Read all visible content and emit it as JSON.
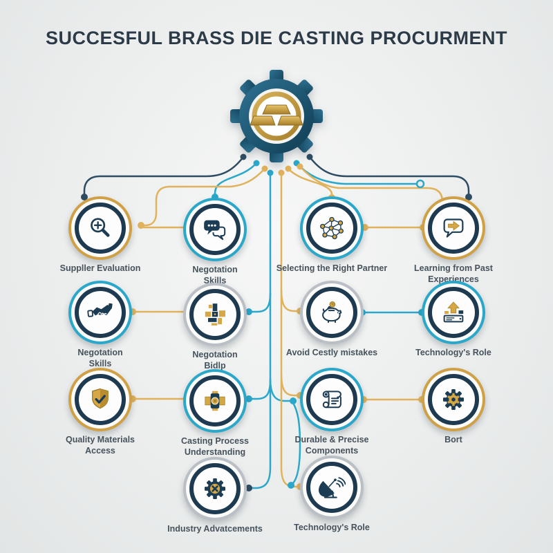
{
  "title": "SUCCESFUL BRASS DIE CASTING PROCURMENT",
  "hub": {
    "icon": "gear-brass-ingots-icon"
  },
  "colors": {
    "background": "#eceeee",
    "title_text": "#2c3b47",
    "label_text": "#46525c",
    "navy": "#2e4d63",
    "teal": "#2aa7c9",
    "gold": "#e0b25c",
    "ring_navy": "#1d3a50",
    "ring_gold": "#cfa045",
    "ring_teal": "#2aa7c9",
    "ring_gray": "#b9bfc4",
    "icon_navy": "#1c3c54",
    "icon_gold": "#d6a845"
  },
  "nodes": [
    {
      "id": "supplier-evaluation",
      "label": "Suppller Evaluation",
      "icon": "magnifier-plus-icon",
      "ring": "gold"
    },
    {
      "id": "negotiation-skills-chat",
      "label": "Negotation\nSkills",
      "icon": "chat-bubbles-icon",
      "ring": "teal"
    },
    {
      "id": "selecting-right-partner",
      "label": "Selecting the Right Partner",
      "icon": "network-nodes-icon",
      "ring": "teal"
    },
    {
      "id": "learning-from-past",
      "label": "Learning from Past\nExperiences",
      "icon": "chat-arrow-icon",
      "ring": "gold"
    },
    {
      "id": "negotiation-skills-hand",
      "label": "Negotation\nSkills",
      "icon": "handshake-icon",
      "ring": "teal"
    },
    {
      "id": "negotiation-bidlp",
      "label": "Negotation\nBidlp",
      "icon": "blocks-icon",
      "ring": "gray"
    },
    {
      "id": "avoid-costly-mistakes",
      "label": "Avoid Cestly mistakes",
      "icon": "piggy-bank-icon",
      "ring": "gray"
    },
    {
      "id": "technology-role-upgrade",
      "label": "Technology's Role",
      "icon": "upgrade-server-icon",
      "ring": "teal"
    },
    {
      "id": "quality-materials-access",
      "label": "Quality Materials\nAccess",
      "icon": "shield-check-icon",
      "ring": "gold"
    },
    {
      "id": "casting-process",
      "label": "Casting Process\nUnderstanding",
      "icon": "die-mold-icon",
      "ring": "teal"
    },
    {
      "id": "durable-precise",
      "label": "Durable & Precise\nComponents",
      "icon": "scroll-icon",
      "ring": "teal"
    },
    {
      "id": "bort",
      "label": "Bort",
      "icon": "gear-icon",
      "ring": "gold"
    },
    {
      "id": "industry-advancements",
      "label": "Industry Advatcements",
      "icon": "gear-x-icon",
      "ring": "gray"
    },
    {
      "id": "technology-role-satellite",
      "label": "Technology's Role",
      "icon": "satellite-dish-icon",
      "ring": "gray"
    }
  ],
  "connections": {
    "hub_fanout_colors": [
      "navy",
      "teal",
      "gold"
    ],
    "hub_to": [
      "supplier-evaluation",
      "negotiation-skills-chat",
      "selecting-right-partner",
      "learning-from-past",
      "negotiation-bidlp",
      "casting-process",
      "industry-advancements",
      "avoid-costly-mistakes",
      "durable-precise",
      "technology-role-satellite"
    ],
    "pairs": [
      [
        "supplier-evaluation",
        "negotiation-skills-chat"
      ],
      [
        "selecting-right-partner",
        "learning-from-past"
      ],
      [
        "negotiation-skills-hand",
        "negotiation-bidlp"
      ],
      [
        "avoid-costly-mistakes",
        "technology-role-upgrade"
      ],
      [
        "quality-materials-access",
        "casting-process"
      ],
      [
        "durable-precise",
        "bort"
      ]
    ]
  }
}
